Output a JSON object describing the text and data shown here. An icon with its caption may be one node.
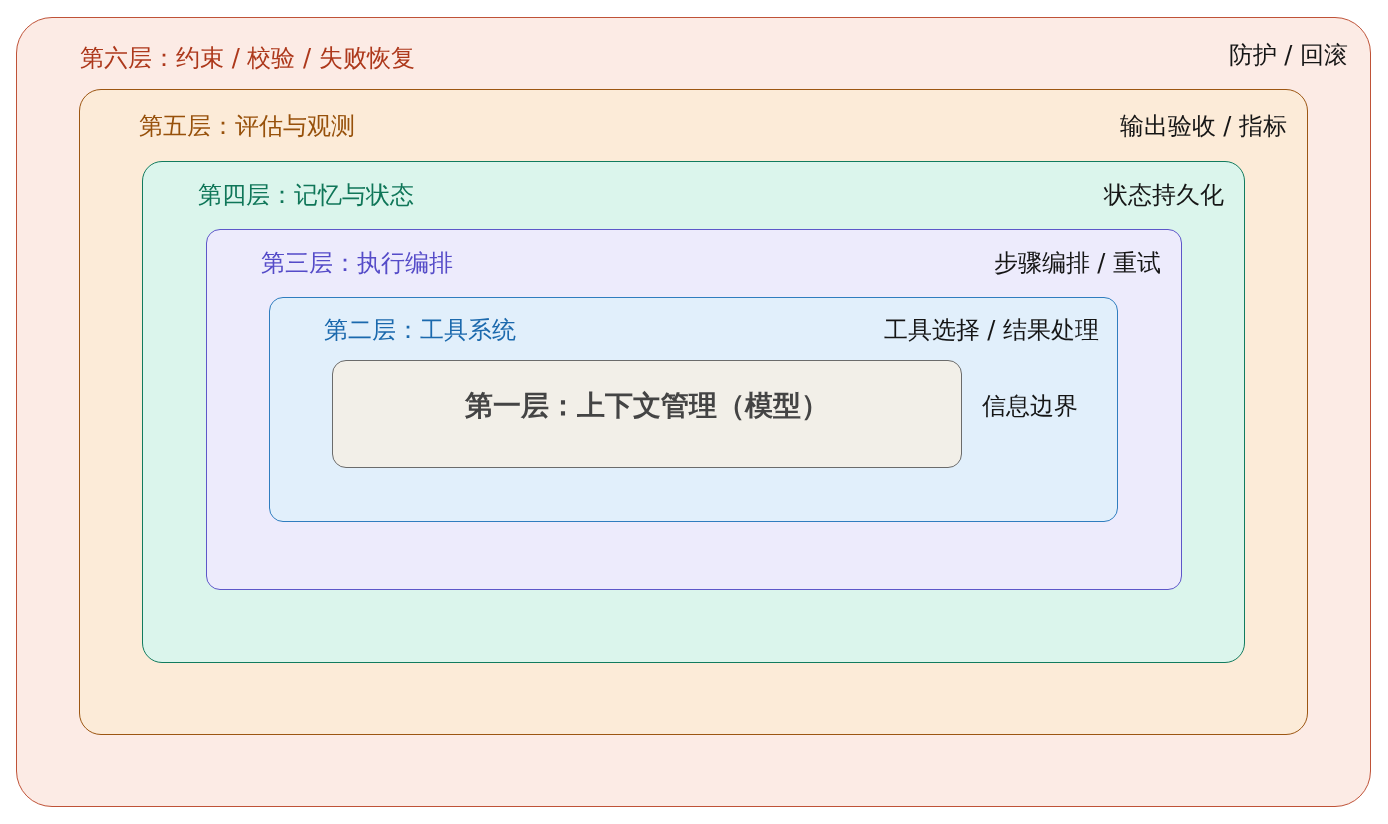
{
  "diagram": {
    "nodes": [
      {
        "text": [
          "第六层：约束 / 校验 / 失败恢复"
        ],
        "beside": [
          "防护 / 回滚"
        ]
      },
      {
        "text": [
          "第五层：评估与观测"
        ],
        "in": 0,
        "beside": [
          "输出验收 / 指标"
        ]
      },
      {
        "text": [
          "第四层：记忆与状态"
        ],
        "in": 1,
        "beside": [
          "状态持久化"
        ]
      },
      {
        "text": [
          "第三层：执行编排"
        ],
        "in": 2,
        "beside": [
          "步骤编排 / 重试"
        ]
      },
      {
        "text": [
          "第二层：工具系统"
        ],
        "in": 3,
        "beside": [
          "工具选择 / 结果处理"
        ]
      },
      {
        "text": [
          "第一层：上下文管理（模型）"
        ],
        "in": 4,
        "beside": [
          "信息边界"
        ]
      }
    ]
  }
}
